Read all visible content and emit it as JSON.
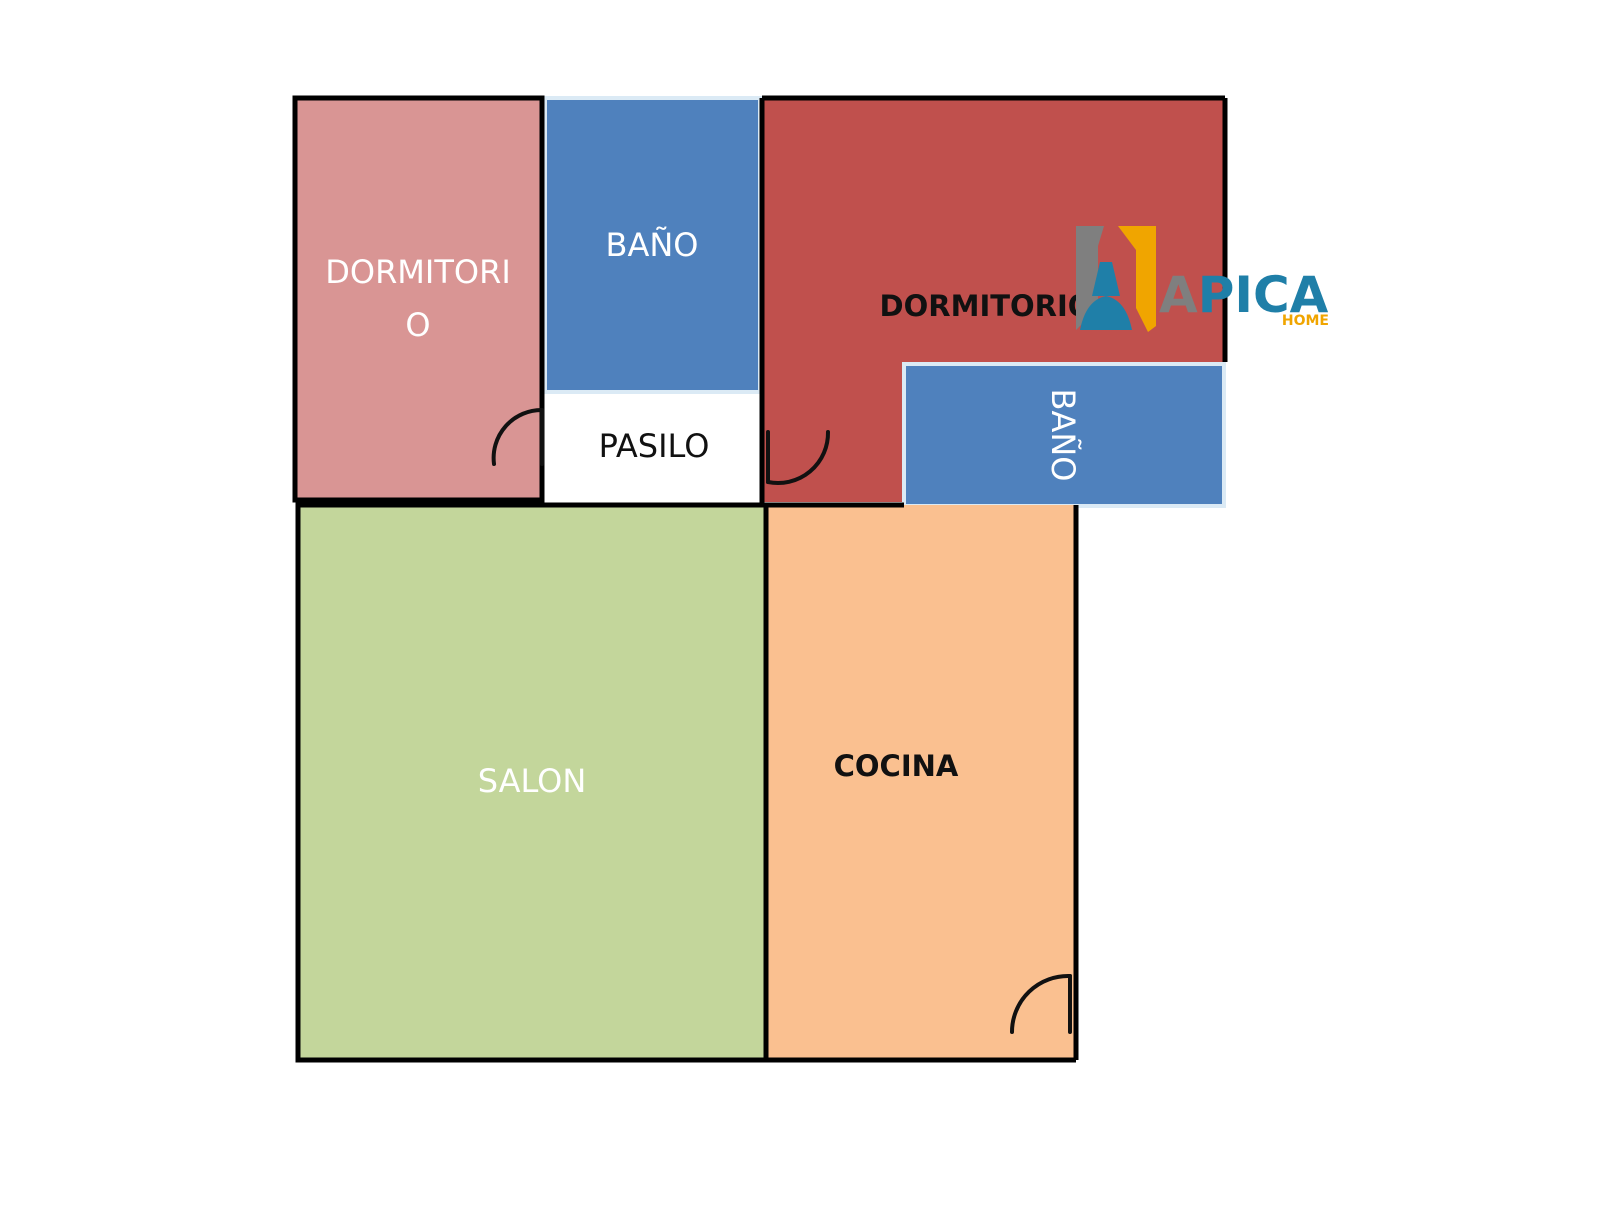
{
  "colors": {
    "dormitorio_left": "#d99594",
    "bano": "#4f81bd",
    "dormitorio_right": "#c0504d",
    "pasilo": "#ffffff",
    "salon": "#c3d69b",
    "cocina": "#fac090",
    "wall": "#000000",
    "light_text": "#ffffff",
    "dark_text": "#111111",
    "logo_gray": "#7f7f7f",
    "logo_orange": "#f0a500",
    "logo_blue": "#1f7fa8"
  },
  "rooms": {
    "dormitorio_left": {
      "label_line1": "DORMITORI",
      "label_line2": "O"
    },
    "bano_top": {
      "label": "BAÑO"
    },
    "pasilo": {
      "label": "PASILO"
    },
    "dormitorio_right": {
      "label": "DORMITORIO"
    },
    "bano_right": {
      "label": "BAÑO"
    },
    "salon": {
      "label": "SALON"
    },
    "cocina": {
      "label": "COCINA"
    }
  },
  "logo": {
    "brand": "APICA",
    "sub": "HOME"
  }
}
